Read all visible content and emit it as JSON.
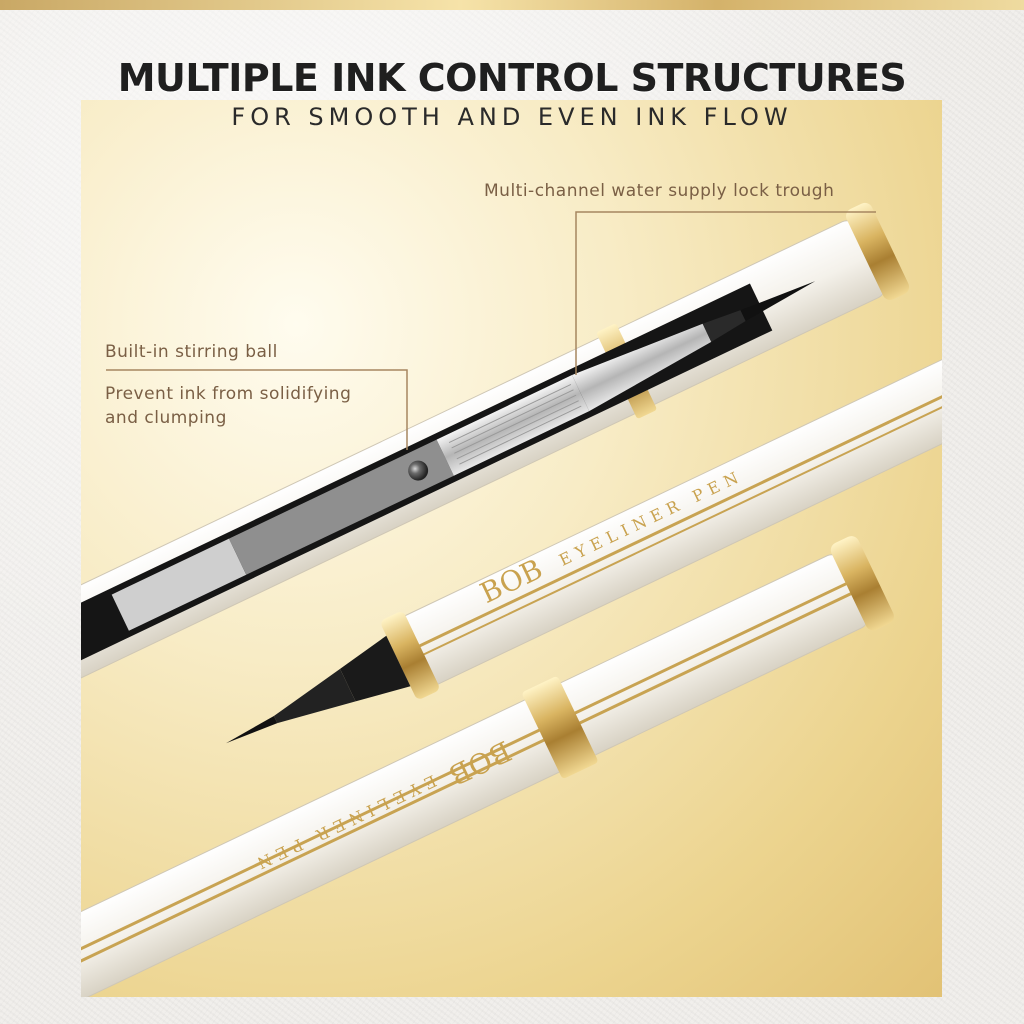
{
  "header": {
    "title": "MULTIPLE INK CONTROL STRUCTURES",
    "subtitle": "FOR SMOOTH AND EVEN INK FLOW"
  },
  "callouts": {
    "trough": "Multi-channel water supply lock trough",
    "ball_title": "Built-in stirring ball",
    "ball_desc_1": "Prevent ink from solidifying",
    "ball_desc_2": "and clumping"
  },
  "pen": {
    "brand": "BOB",
    "engraving": "EYELINER PEN"
  },
  "colors": {
    "gold": "#d9b461",
    "label_brown": "#7a5f45",
    "title": "#1f1f1f",
    "pen_body": "#f7f5ef"
  }
}
